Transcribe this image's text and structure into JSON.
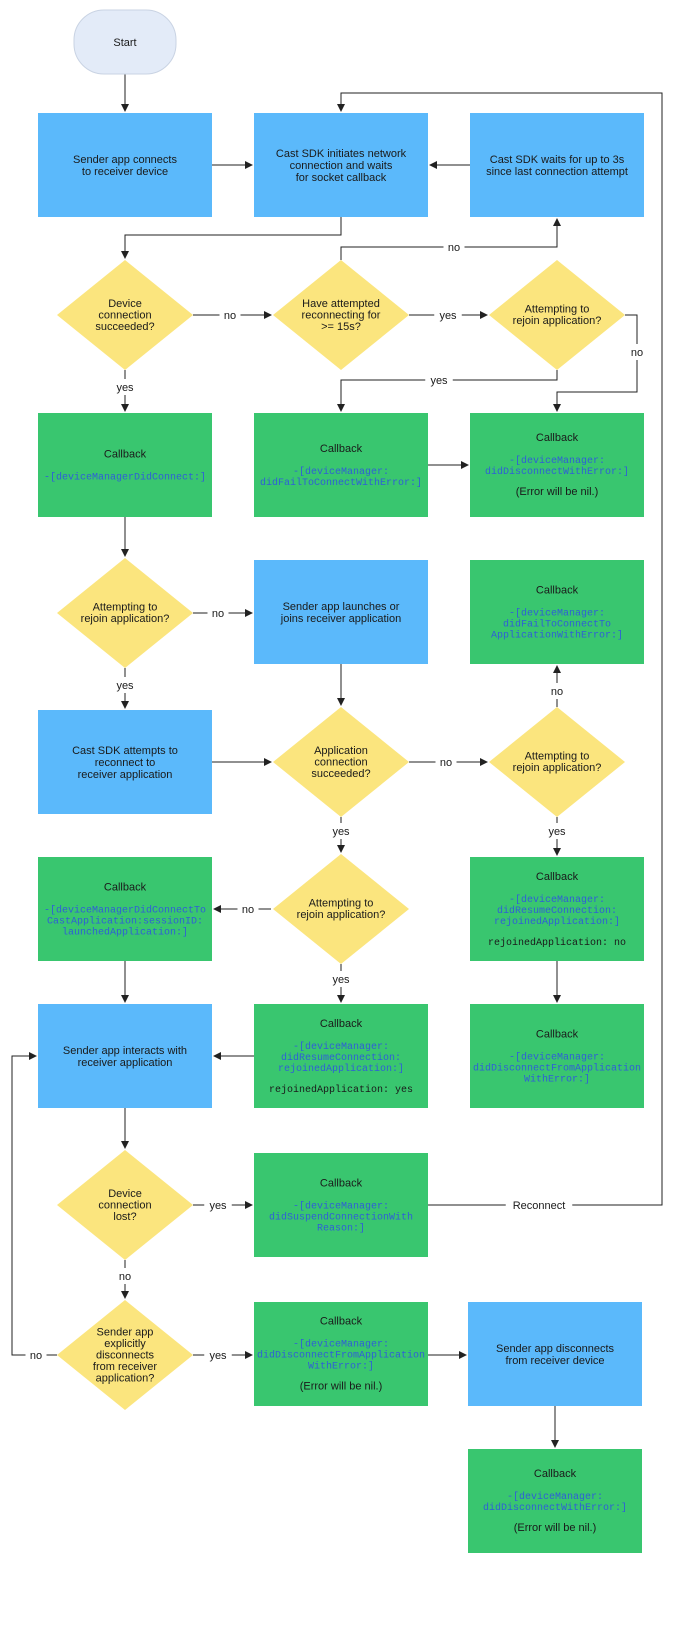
{
  "colors": {
    "process": "#5bb9fb",
    "callback": "#39c66f",
    "decision": "#fbe57e",
    "start": "#e3ebf8",
    "line": "#222222",
    "code": "#2f5fd6"
  },
  "nodes": {
    "start": [
      "Start"
    ],
    "connect": [
      "Sender app connects",
      "to receiver device"
    ],
    "initiate": [
      "Cast SDK initiates network",
      "connection and waits",
      "for socket callback"
    ],
    "wait3s": [
      "Cast SDK waits for up to 3s",
      "since last connection attempt"
    ],
    "dev_conn": [
      "Device",
      "connection",
      "succeeded?"
    ],
    "attempt15": [
      "Have attempted",
      "reconnecting for",
      ">= 15s?"
    ],
    "rejoin1": [
      "Attempting to",
      "rejoin application?"
    ],
    "cb_connect": {
      "title": "Callback",
      "code": [
        "-[deviceManagerDidConnect:]"
      ],
      "note": []
    },
    "cb_failconnect": {
      "title": "Callback",
      "code": [
        "-[deviceManager:",
        "didFailToConnectWithError:]"
      ],
      "note": []
    },
    "cb_disconnect1": {
      "title": "Callback",
      "code": [
        "-[deviceManager:",
        "didDisconnectWithError:]"
      ],
      "note": [
        "(Error will be nil.)"
      ]
    },
    "rejoin2": [
      "Attempting to",
      "rejoin application?"
    ],
    "launch": [
      "Sender app launches or",
      "joins receiver application"
    ],
    "cb_failapp": {
      "title": "Callback",
      "code": [
        "-[deviceManager:",
        "didFailToConnectTo",
        "ApplicationWithError:]"
      ],
      "note": []
    },
    "reconnect_app": [
      "Cast SDK attempts to",
      "reconnect to",
      "receiver application"
    ],
    "app_conn": [
      "Application",
      "connection",
      "succeeded?"
    ],
    "rejoin3": [
      "Attempting to",
      "rejoin application?"
    ],
    "cb_launched": {
      "title": "Callback",
      "code": [
        "-[deviceManagerDidConnectTo",
        "CastApplication:sessionID:",
        "launchedApplication:]"
      ],
      "note": []
    },
    "rejoin4": [
      "Attempting to",
      "rejoin application?"
    ],
    "cb_resume_no": {
      "title": "Callback",
      "code": [
        "-[deviceManager:",
        "didResumeConnection:",
        "rejoinedApplication:]"
      ],
      "note_mono": [
        "rejoinedApplication: no"
      ]
    },
    "interact": [
      "Sender app interacts with",
      "receiver application"
    ],
    "cb_resume_yes": {
      "title": "Callback",
      "code": [
        "-[deviceManager:",
        "didResumeConnection:",
        "rejoinedApplication:]"
      ],
      "note_mono": [
        "rejoinedApplication: yes"
      ]
    },
    "cb_disc_app1": {
      "title": "Callback",
      "code": [
        "-[deviceManager:",
        "didDisconnectFromApplication",
        "WithError:]"
      ],
      "note": []
    },
    "dev_lost": [
      "Device",
      "connection",
      "lost?"
    ],
    "cb_suspend": {
      "title": "Callback",
      "code": [
        "-[deviceManager:",
        "didSuspendConnectionWith",
        "Reason:]"
      ],
      "note": []
    },
    "explicit": [
      "Sender app",
      "explicitly",
      "disconnects",
      "from receiver",
      "application?"
    ],
    "cb_disc_app2": {
      "title": "Callback",
      "code": [
        "-[deviceManager:",
        "didDisconnectFromApplication",
        "WithError:]"
      ],
      "note": [
        "(Error will be nil.)"
      ]
    },
    "disconnect_dev": [
      "Sender app disconnects",
      "from receiver device"
    ],
    "cb_disconnect2": {
      "title": "Callback",
      "code": [
        "-[deviceManager:",
        "didDisconnectWithError:]"
      ],
      "note": [
        "(Error will be nil.)"
      ]
    }
  },
  "edge_labels": {
    "no": "no",
    "yes": "yes",
    "reconnect": "Reconnect"
  }
}
